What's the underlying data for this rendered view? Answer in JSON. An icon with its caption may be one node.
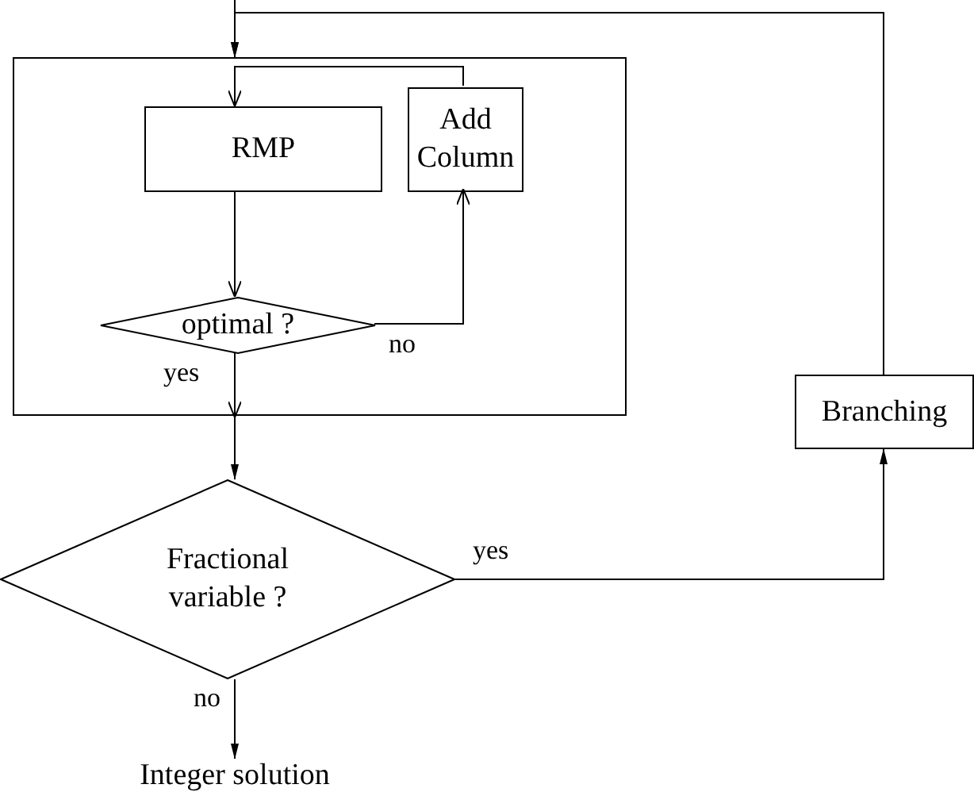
{
  "diagram": {
    "nodes": [
      {
        "text": [],
        "shape": "box"
      },
      {
        "text": [
          "RMP"
        ],
        "in": 0
      },
      {
        "text": [
          "Add Column"
        ],
        "in": 0
      },
      {
        "text": [
          "optimal ?"
        ],
        "in": 0
      },
      {
        "text": [
          "Branching"
        ]
      },
      {
        "text": [
          "Fractional variable ?"
        ]
      },
      {
        "text": [
          "Integer solution"
        ]
      }
    ],
    "edges": [
      {
        "from": null,
        "to": 0,
        "arrow": "to"
      },
      {
        "from": 4,
        "to": 0,
        "arrow": "to"
      },
      {
        "from": 2,
        "to": 1,
        "arrow": "to"
      },
      {
        "from": 1,
        "to": 3,
        "arrow": "to"
      },
      {
        "from": 3,
        "to": 2,
        "arrow": "to",
        "label": "no"
      },
      {
        "from": 3,
        "to": 0,
        "arrow": "to",
        "label": "yes"
      },
      {
        "from": 0,
        "to": 5,
        "arrow": "to"
      },
      {
        "from": 5,
        "to": 4,
        "arrow": "to",
        "label": "yes"
      },
      {
        "from": 5,
        "to": 6,
        "arrow": "to",
        "label": "no"
      }
    ]
  }
}
